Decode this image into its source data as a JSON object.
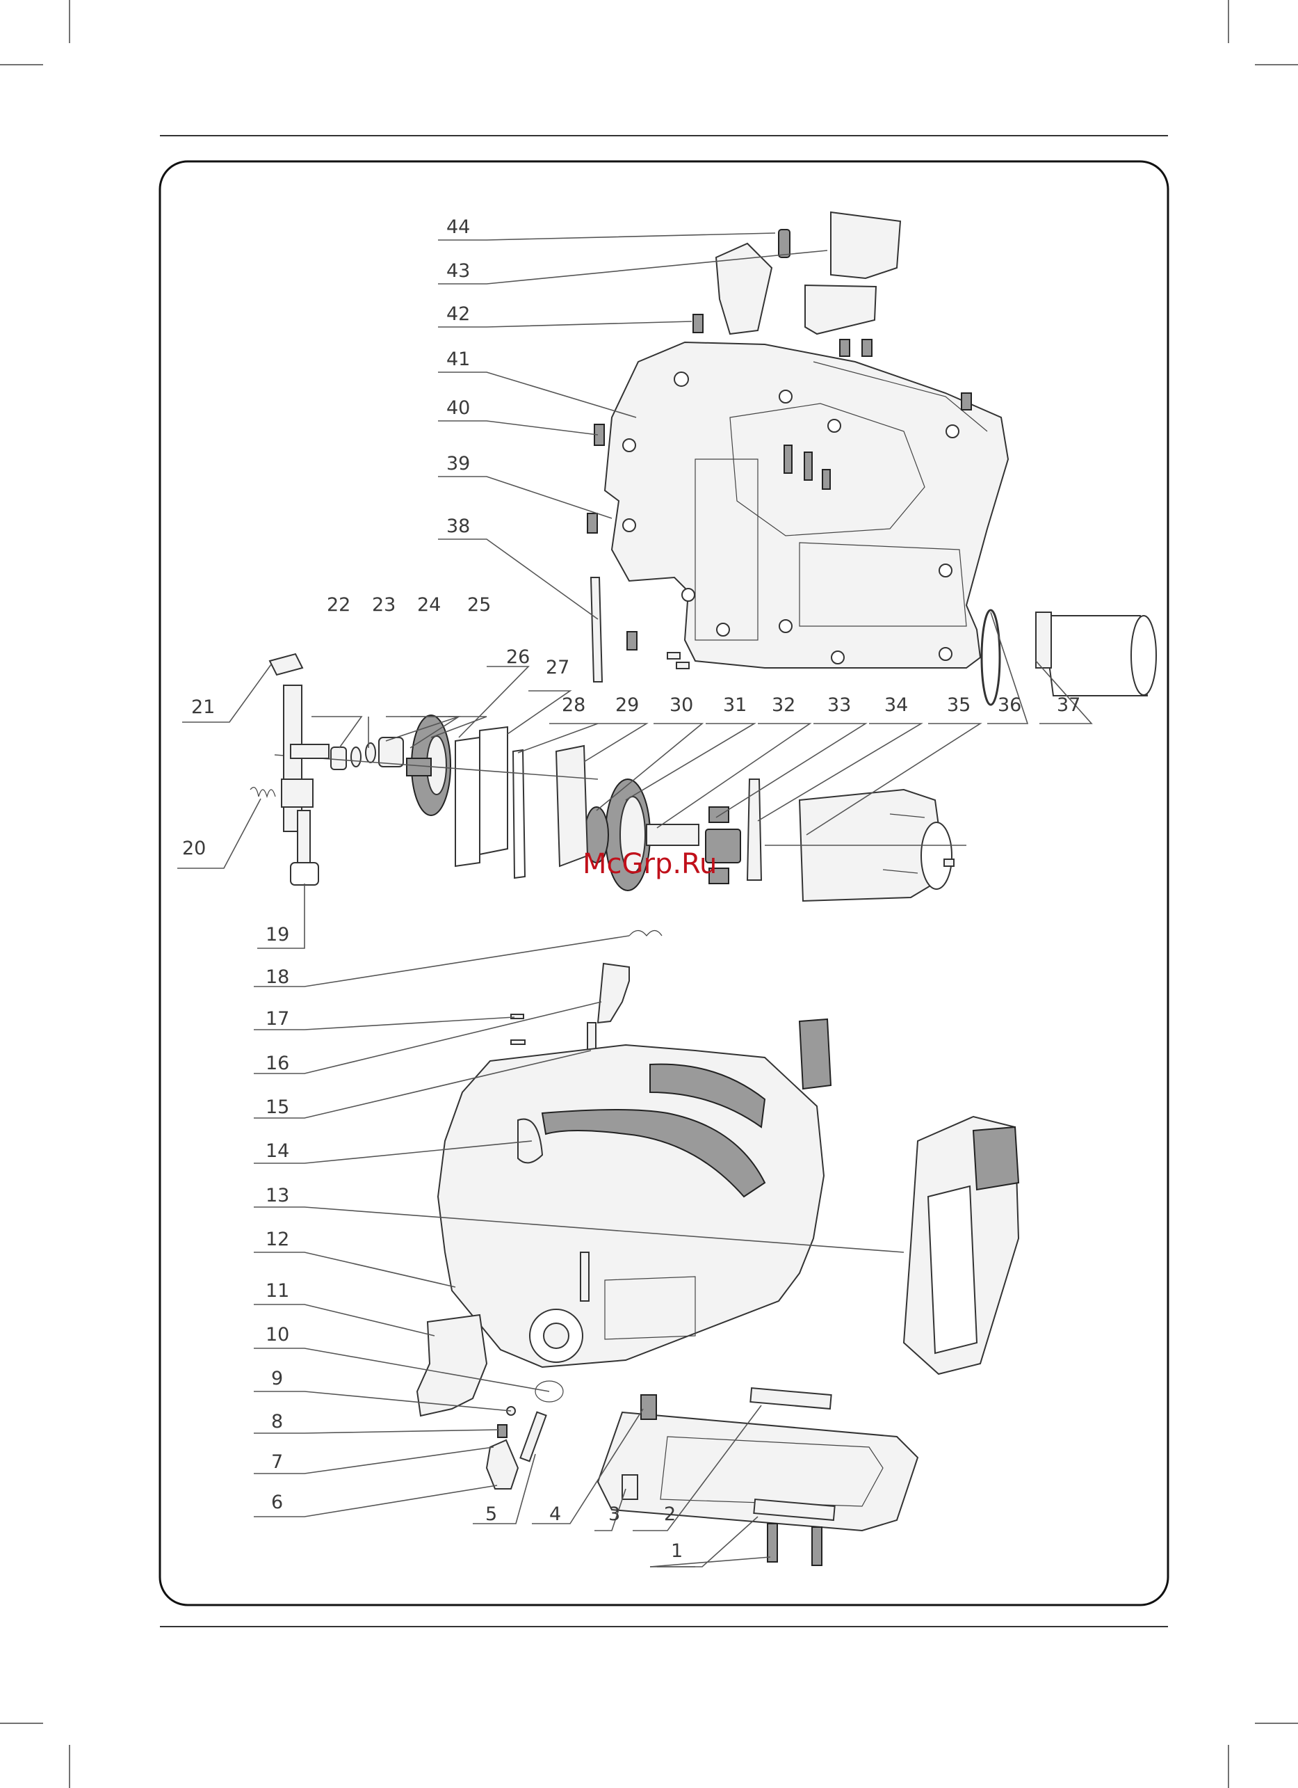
{
  "watermark": "McGrp.Ru",
  "callouts": [
    "1",
    "2",
    "3",
    "4",
    "5",
    "6",
    "7",
    "8",
    "9",
    "10",
    "11",
    "12",
    "13",
    "14",
    "15",
    "16",
    "17",
    "18",
    "19",
    "20",
    "21",
    "22",
    "23",
    "24",
    "25",
    "26",
    "27",
    "28",
    "29",
    "30",
    "31",
    "32",
    "33",
    "34",
    "35",
    "36",
    "37",
    "38",
    "39",
    "40",
    "41",
    "42",
    "43",
    "44"
  ]
}
